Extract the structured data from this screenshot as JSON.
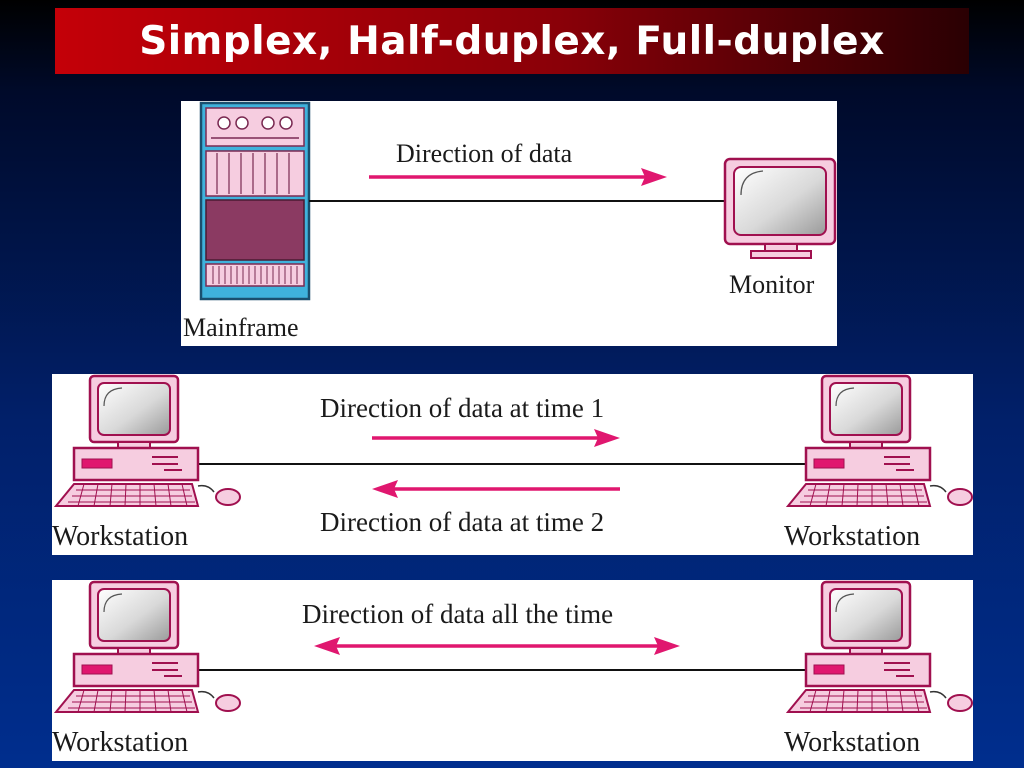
{
  "title": "Simplex, Half-duplex, Full-duplex",
  "colors": {
    "arrow": "#e0176f",
    "device_pink": "#f6cde0",
    "device_outline": "#c2185b",
    "mainframe_body": "#8b3a62",
    "mainframe_frame": "#2e9fd0",
    "title_bg": "#b00010"
  },
  "simplex": {
    "left_label": "Mainframe",
    "right_label": "Monitor",
    "arrow_label": "Direction of data"
  },
  "half_duplex": {
    "left_label": "Workstation",
    "right_label": "Workstation",
    "arrow_label_top": "Direction of data at time 1",
    "arrow_label_bottom": "Direction of data at time 2"
  },
  "full_duplex": {
    "left_label": "Workstation",
    "right_label": "Workstation",
    "arrow_label": "Direction of data all the time"
  }
}
